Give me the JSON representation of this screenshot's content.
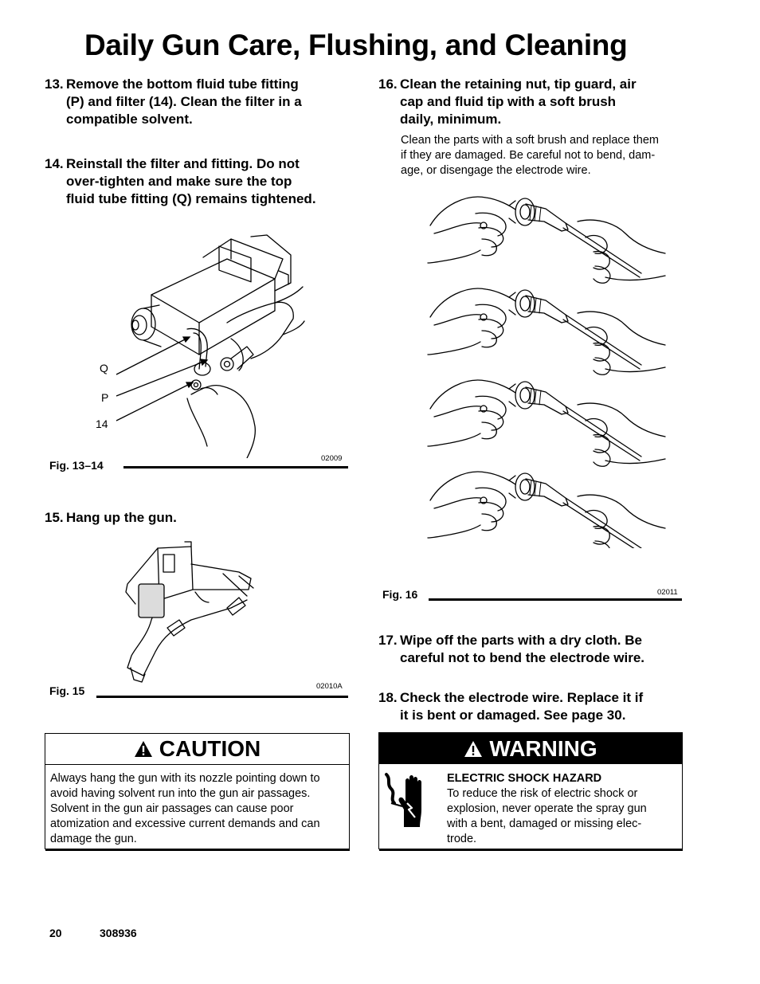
{
  "title": "Daily Gun Care, Flushing, and Cleaning",
  "steps": {
    "s13": {
      "num": "13.",
      "lines": [
        "Remove the bottom fluid tube fitting",
        "(P) and filter (14). Clean the filter in a",
        "compatible solvent."
      ]
    },
    "s14": {
      "num": "14.",
      "lines": [
        "Reinstall the filter and fitting. Do not",
        "over-tighten and make sure the top",
        "fluid tube fitting (Q) remains tightened."
      ]
    },
    "s15": {
      "num": "15.",
      "lines": [
        "Hang up the gun."
      ]
    },
    "s16": {
      "num": "16.",
      "lines": [
        "Clean the retaining nut, tip guard, air",
        "cap and fluid tip with a soft brush",
        "daily, minimum."
      ]
    },
    "s16_body": [
      "Clean the parts with a soft brush and replace them",
      "if they are damaged. Be careful not to bend, dam-",
      "age, or disengage the electrode wire."
    ],
    "s17": {
      "num": "17.",
      "lines": [
        "Wipe off the parts with a dry cloth. Be",
        "careful not to bend the electrode wire."
      ]
    },
    "s18": {
      "num": "18.",
      "lines": [
        "Check the electrode wire. Replace it if",
        "it is bent or damaged. See page 30."
      ]
    }
  },
  "figures": {
    "fig1314": {
      "caption": "Fig. 13–14",
      "number": "02009",
      "labels": {
        "q": "Q",
        "p": "P",
        "n14": "14"
      }
    },
    "fig15": {
      "caption": "Fig. 15",
      "number": "02010A"
    },
    "fig16": {
      "caption": "Fig. 16",
      "number": "02011"
    }
  },
  "caution": {
    "heading": "CAUTION",
    "lines": [
      "Always hang the gun with its nozzle pointing down to",
      "avoid having solvent run into the gun air passages.",
      "Solvent in the gun air passages can cause poor",
      "atomization and excessive current demands and can",
      "damage the gun."
    ]
  },
  "warning": {
    "heading": "WARNING",
    "hazard": "ELECTRIC SHOCK HAZARD",
    "lines": [
      "To reduce the risk of electric shock or",
      "explosion, never operate the spray gun",
      "with a bent, damaged or missing elec-",
      "trode."
    ],
    "icon": "electric-shock-hand-icon"
  },
  "footer": {
    "page": "20",
    "doc": "308936"
  },
  "icons": {
    "alert": "warning-triangle-icon"
  }
}
